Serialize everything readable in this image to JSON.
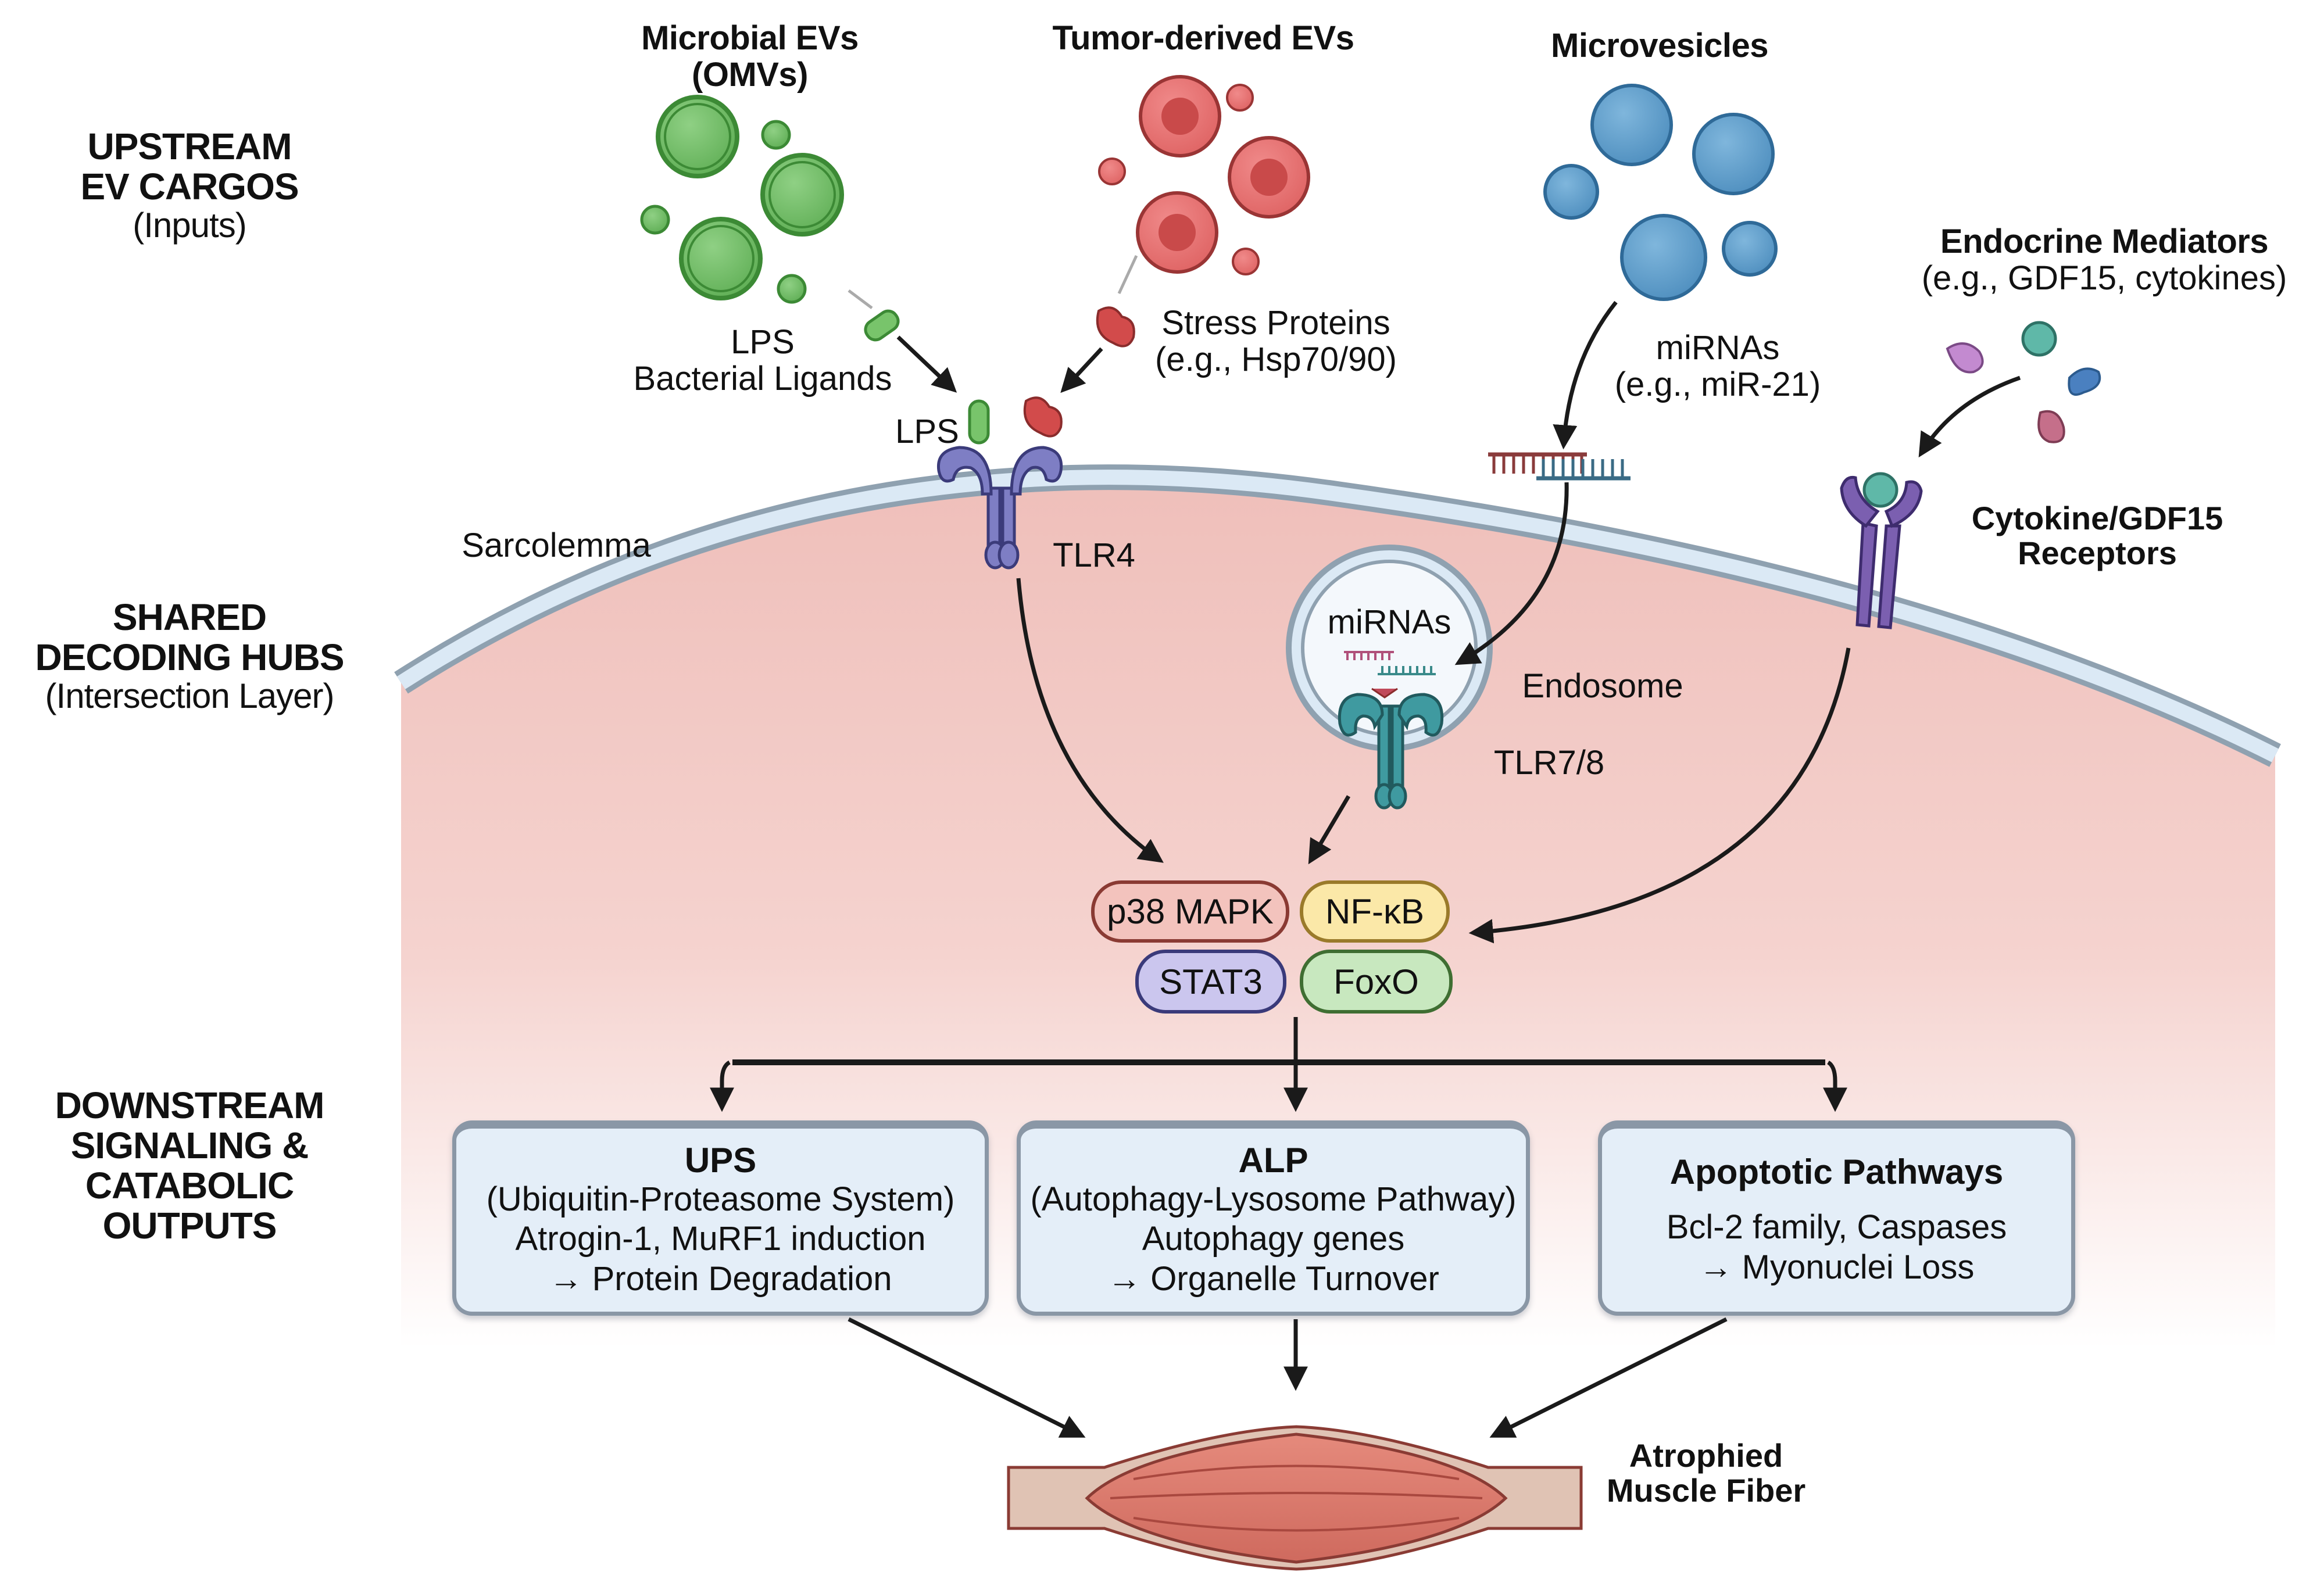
{
  "side_labels": {
    "upstream": {
      "line1": "UPSTREAM",
      "line2": "EV CARGOS",
      "sub": "(Inputs)"
    },
    "hubs": {
      "line1": "SHARED",
      "line2": "DECODING HUBS",
      "sub": "(Intersection Layer)"
    },
    "downstream": {
      "line1": "DOWNSTREAM",
      "line2": "SIGNALING &",
      "line3": "CATABOLIC",
      "line4": "OUTPUTS"
    }
  },
  "sources": {
    "microbial": {
      "title1": "Microbial EVs",
      "title2": "(OMVs)",
      "cargo1": "LPS",
      "cargo2": "Bacterial Ligands",
      "ligand_label": "LPS",
      "color": "#6dbb62"
    },
    "tumor": {
      "title": "Tumor-derived EVs",
      "cargo1": "Stress Proteins",
      "cargo2": "(e.g., Hsp70/90)",
      "color": "#e06666"
    },
    "microvesicles": {
      "title": "Microvesicles",
      "cargo1": "miRNAs",
      "cargo2": "(e.g., miR-21)",
      "color": "#5b9bc9"
    },
    "endocrine": {
      "title": "Endocrine Mediators",
      "sub": "(e.g., GDF15, cytokines)"
    }
  },
  "membrane": {
    "label": "Sarcolemma"
  },
  "receptors": {
    "tlr4": "TLR4",
    "tlr78": "TLR7/8",
    "endosome": "Endosome",
    "endosome_cargo": "miRNAs",
    "cytokine1": "Cytokine/GDF15",
    "cytokine2": "Receptors"
  },
  "hubs": [
    {
      "label": "p38 MAPK",
      "fill": "#f3c3bd",
      "stroke": "#8a3a33"
    },
    {
      "label": "NF-κB",
      "fill": "#fbe8a8",
      "stroke": "#9a7a2a"
    },
    {
      "label": "STAT3",
      "fill": "#cbc6ee",
      "stroke": "#3a3a7a"
    },
    {
      "label": "FoxO",
      "fill": "#c8e8bf",
      "stroke": "#3f6e32"
    }
  ],
  "outputs": [
    {
      "title": "UPS",
      "subtitle": "(Ubiquitin-Proteasome System)",
      "line1": "Atrogin-1, MuRF1 induction",
      "line2": "→ Protein Degradation"
    },
    {
      "title": "ALP",
      "subtitle": "(Autophagy-Lysosome Pathway)",
      "line1": "Autophagy genes",
      "line2": "→ Organelle Turnover"
    },
    {
      "title": "Apoptotic Pathways",
      "subtitle": "",
      "line1": "Bcl-2 family, Caspases",
      "line2": "→ Myonuclei Loss"
    }
  ],
  "result": {
    "line1": "Atrophied",
    "line2": "Muscle Fiber"
  }
}
